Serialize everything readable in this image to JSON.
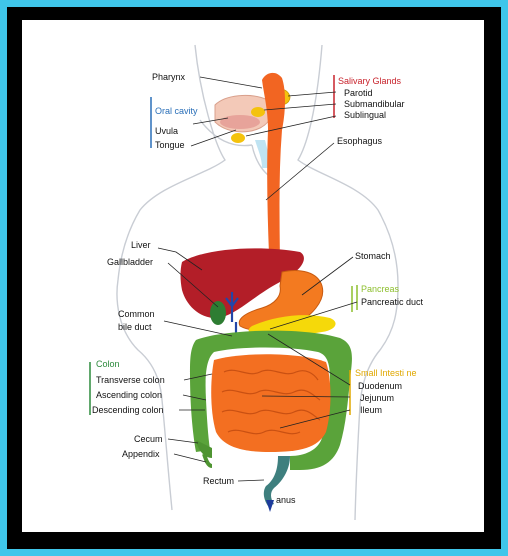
{
  "colors": {
    "outer_border": "#3fc6ea",
    "frame": "#000000",
    "salivary_header": "#c8232c",
    "oral_header": "#2a6fb8",
    "pancreas_header": "#8dbf2e",
    "colon_header": "#2c8a3c",
    "small_intestine_header": "#e0a800",
    "esophagus": "#f26522",
    "liver": "#b31e28",
    "gallbladder": "#2e7d32",
    "colon": "#5aa33a",
    "small_intestine": "#f36f21",
    "pancreas": "#f5d90a"
  },
  "labels": {
    "pharynx": "Pharynx",
    "oral_cavity": "Oral cavity",
    "uvula": "Uvula",
    "tongue": "Tongue",
    "salivary_glands": "Salivary Glands",
    "parotid": "Parotid",
    "submandibular": "Submandibular",
    "sublingual": "Sublingual",
    "esophagus": "Esophagus",
    "liver": "Liver",
    "gallbladder": "Gallbladder",
    "stomach": "Stomach",
    "pancreas": "Pancreas",
    "pancreatic_duct": "Pancreatic duct",
    "common_bile_duct_1": "Common",
    "common_bile_duct_2": "bile duct",
    "colon": "Colon",
    "transverse_colon": "Transverse colon",
    "ascending_colon": "Ascending colon",
    "descending_colon": "Descending colon",
    "small_intestine": "Small Intesti ne",
    "duodenum": "Duodenum",
    "jejunum": "Jejunum",
    "ileum": "Ileum",
    "cecum": "Cecum",
    "appendix": "Appendix",
    "rectum": "Rectum",
    "anus": "anus"
  }
}
